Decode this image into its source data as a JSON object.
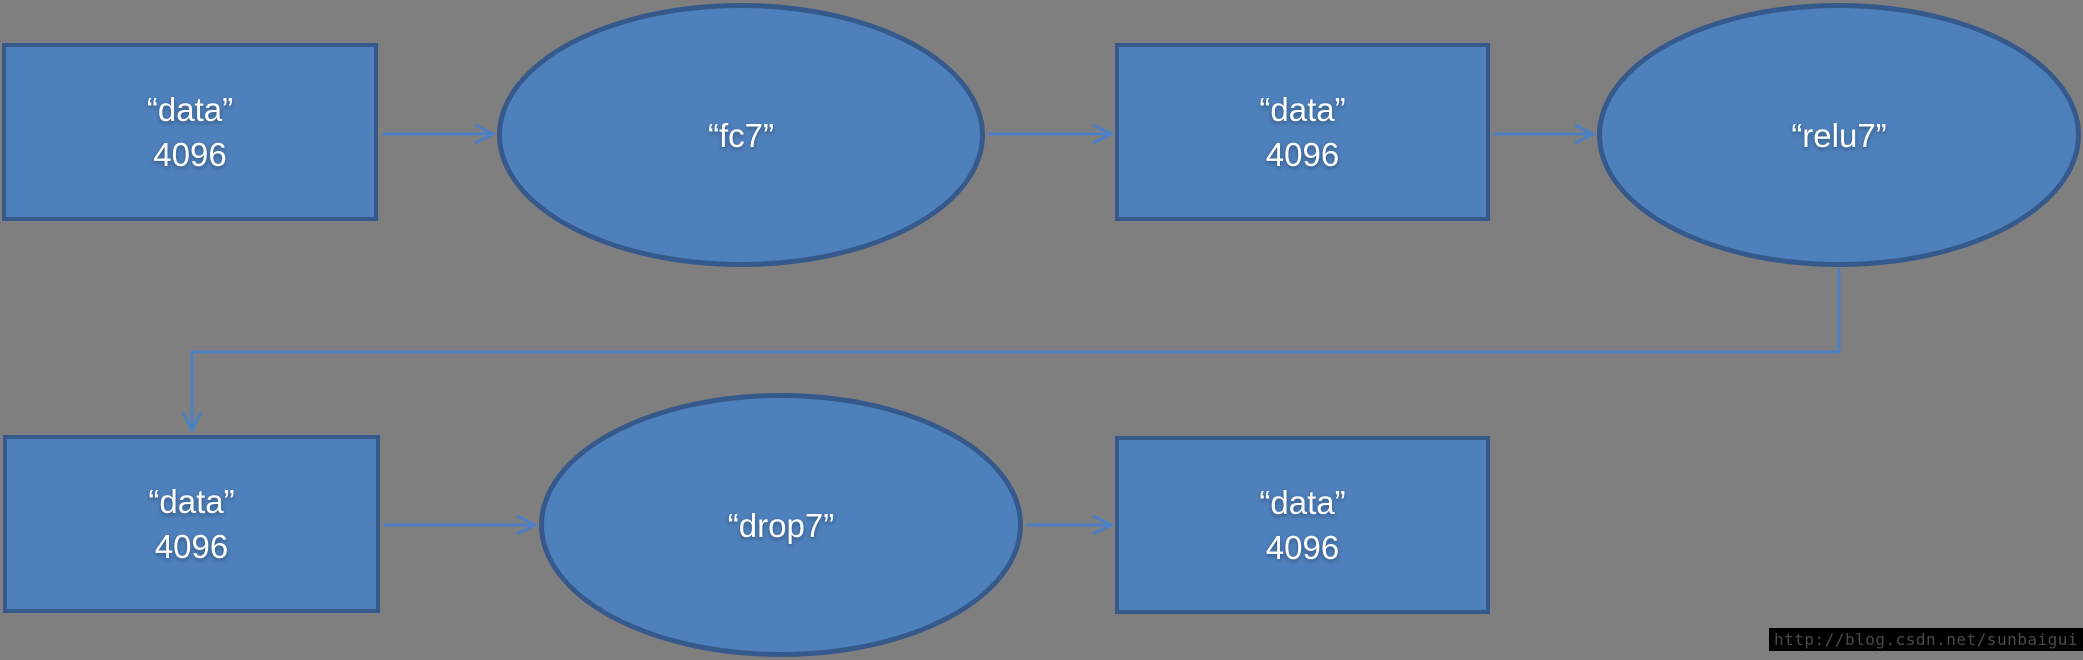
{
  "diagram": {
    "background_color": "#7f7f7f",
    "node_fill_color": "#4e80bc",
    "node_border_color": "#36598c",
    "arrow_color": "#4d7fc4",
    "text_color": "#ffffff"
  },
  "nodes": [
    {
      "id": "data-top-1",
      "shape": "rect",
      "line1": "“data”",
      "line2": "4096"
    },
    {
      "id": "fc7",
      "shape": "ellipse",
      "line1": "“fc7”"
    },
    {
      "id": "data-top-2",
      "shape": "rect",
      "line1": "“data”",
      "line2": "4096"
    },
    {
      "id": "relu7",
      "shape": "ellipse",
      "line1": "“relu7”"
    },
    {
      "id": "data-bottom-1",
      "shape": "rect",
      "line1": "“data”",
      "line2": "4096"
    },
    {
      "id": "drop7",
      "shape": "ellipse",
      "line1": "“drop7”"
    },
    {
      "id": "data-bottom-2",
      "shape": "rect",
      "line1": "“data”",
      "line2": "4096"
    }
  ],
  "edges": [
    {
      "from": "data-top-1",
      "to": "fc7",
      "style": "straight"
    },
    {
      "from": "fc7",
      "to": "data-top-2",
      "style": "straight"
    },
    {
      "from": "data-top-2",
      "to": "relu7",
      "style": "straight"
    },
    {
      "from": "relu7",
      "to": "data-bottom-1",
      "style": "elbow"
    },
    {
      "from": "data-bottom-1",
      "to": "drop7",
      "style": "straight"
    },
    {
      "from": "drop7",
      "to": "data-bottom-2",
      "style": "straight"
    }
  ],
  "watermark": {
    "text": "http://blog.csdn.net/sunbaigui"
  }
}
